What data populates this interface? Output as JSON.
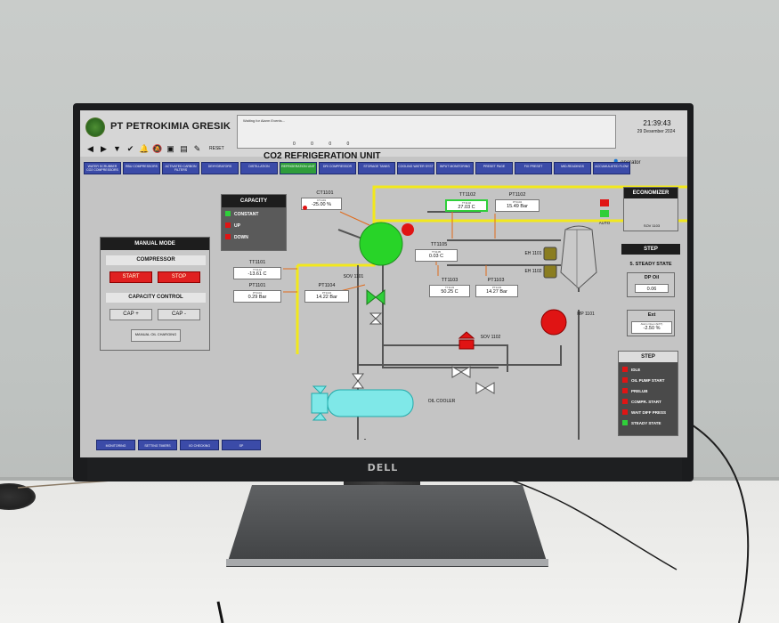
{
  "header": {
    "company": "PT PETROKIMIA GRESIK",
    "alarm_text": "Waiting for Alarm Events...",
    "alarm_counts": [
      "0",
      "0",
      "0",
      "0"
    ],
    "time": "21:39:43",
    "date": "29 Desember 2024",
    "reset_label": "RESET",
    "unit_title": "CO2 REFRIGERATION UNIT",
    "operator": "operator"
  },
  "tabs": [
    {
      "label": "WATER SCRUBBER CO2 COMPRESSORS"
    },
    {
      "label": "RBU COMPRESSORS"
    },
    {
      "label": "ACTIVATED CARBON FILTERS"
    },
    {
      "label": "DEHYDRATORS"
    },
    {
      "label": "DISTILLATION"
    },
    {
      "label": "REFRIGERATION UNIT"
    },
    {
      "label": "DRI COMPRESSOR"
    },
    {
      "label": "STORAGE TANKS"
    },
    {
      "label": "COOLING WATER SYST"
    },
    {
      "label": "INPUT MONITORING"
    },
    {
      "label": "PRESET PAGE"
    },
    {
      "label": "FIX PRESET"
    },
    {
      "label": "MID-READINGS"
    },
    {
      "label": "ACCUMULATED FLOW"
    }
  ],
  "capacity": {
    "title": "CAPACITY",
    "items": [
      "CONSTANT",
      "UP",
      "DOWN"
    ]
  },
  "manual": {
    "title": "MANUAL MODE",
    "compressor_title": "COMPRESSOR",
    "start": "START",
    "stop": "STOP",
    "capacity_title": "CAPACITY CONTROL",
    "cap_plus": "CAP +",
    "cap_minus": "CAP -",
    "oil_charging": "MANUAL OIL CHARGING"
  },
  "tags": {
    "ct1101": {
      "name": "CT1101",
      "small": "CT1101",
      "value": "-25.00 %"
    },
    "tt1101": {
      "name": "TT1101",
      "small": "TT1101",
      "value": "-13.61 C"
    },
    "pt1101": {
      "name": "PT1101",
      "small": "PT1101",
      "value": "0.29 Bar"
    },
    "pt1104": {
      "name": "PT1104",
      "small": "PT1104",
      "value": "14.22 Bar"
    },
    "tt1102": {
      "name": "TT1102",
      "small": "TT1102",
      "value": "27.03 C"
    },
    "pt1102": {
      "name": "PT1102",
      "small": "PT1102",
      "value": "15.49 Bar"
    },
    "tt1105": {
      "name": "TT1105",
      "small": "TT1105",
      "value": "0.03 C"
    },
    "tt1103": {
      "name": "TT1103",
      "small": "TT1103",
      "value": "50.25 C"
    },
    "pt1103": {
      "name": "PT1103",
      "small": "PT1103",
      "value": "14.27 Bar"
    }
  },
  "equipment": {
    "sov1101": "SOV 1101",
    "sov1102": "SOV 1102",
    "sov1103": "SOV 1103",
    "eh1101": "EH 1101",
    "eh1102": "EH 1102",
    "mp1101": "MP 1101",
    "oil_cooler": "OIL COOLER",
    "auto": "AUTO"
  },
  "economizer": {
    "title": "ECONOMIZER"
  },
  "step": {
    "title": "STEP",
    "state": "5. STEADY STATE",
    "dp_oil_label": "DP Oil",
    "dp_oil_value": "0.06",
    "ext_label": "Ext",
    "ext_small": "Alarm Open (EXT)",
    "ext_value": "-2.50 %",
    "list_title": "STEP",
    "list": [
      {
        "label": "IDLE",
        "color": "#e01414"
      },
      {
        "label": "OIL PUMP START",
        "color": "#e01414"
      },
      {
        "label": "PRELUB",
        "color": "#e01414"
      },
      {
        "label": "COMPR. START",
        "color": "#e01414"
      },
      {
        "label": "WAIT DIFF PRESS",
        "color": "#e01414"
      },
      {
        "label": "STEADY STATE",
        "color": "#2fcf3a"
      }
    ]
  },
  "bottom_buttons": [
    "MONITORING",
    "SETTING TIMERS",
    "I/O CHECKING",
    "SP"
  ],
  "monitor_brand": "DELL"
}
